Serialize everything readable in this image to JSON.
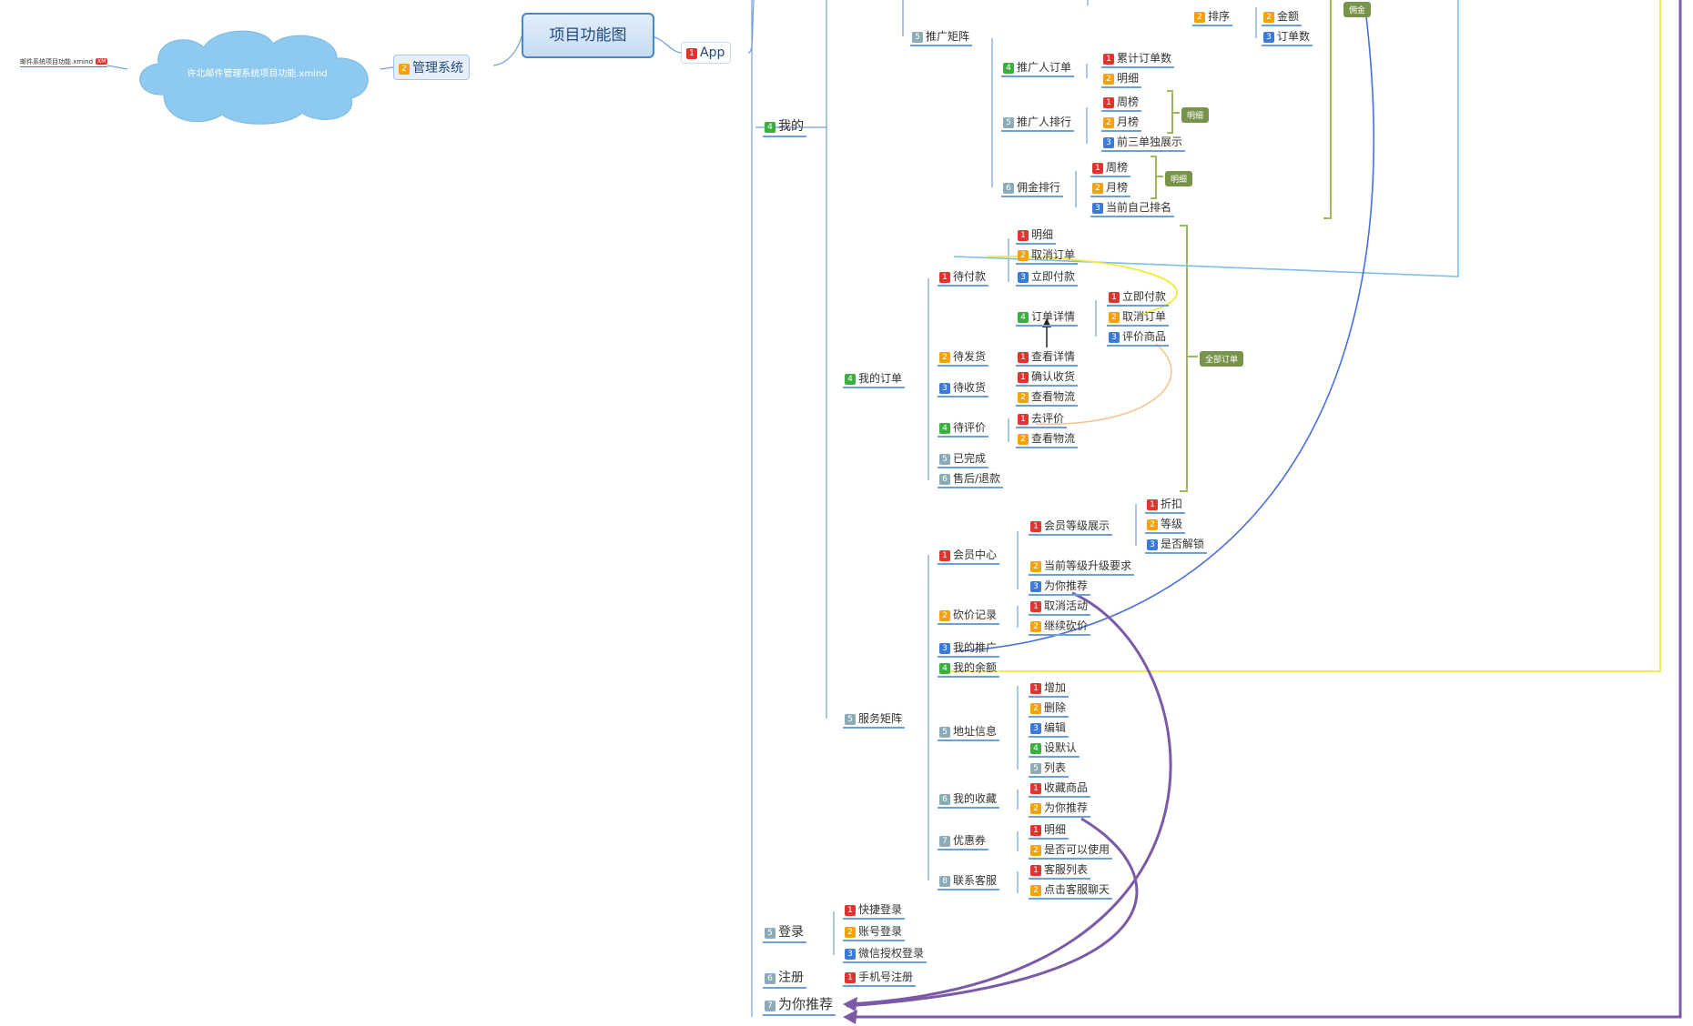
{
  "app_title": "项目功能图",
  "cloud": {
    "label": "许北邮件管理系统项目功能.xmind"
  },
  "file_link": {
    "label": "邮件系统项目功能.xmind"
  },
  "colors": {
    "badge1": "#e0342f",
    "badge2": "#f3a20e",
    "badge3": "#3b7ad9",
    "badge4": "#3cae3d",
    "badge5": "#8aabb7",
    "line": "#6f9fd8",
    "summary": "#78934a",
    "purple_link": "#7a5aa6",
    "yellow_link": "#f2ea3c",
    "cyan_link": "#7fbfe6",
    "blue_link": "#4a6fe0",
    "orange_link": "#f4c38a"
  },
  "nodes": {
    "guanli": {
      "badge": "2",
      "label": "管理系统"
    },
    "app": {
      "badge": "1",
      "label": "App"
    },
    "wode": {
      "badge": "4",
      "label": "我的"
    },
    "tuiguang_juzhen": {
      "badge": "5",
      "label": "推广矩阵"
    },
    "paixu": {
      "badge": "2",
      "label": "排序"
    },
    "jine": {
      "badge": "2",
      "label": "金额"
    },
    "dingdanshu": {
      "badge": "3",
      "label": "订单数"
    },
    "tgr_dingdan": {
      "badge": "4",
      "label": "推广人订单"
    },
    "leiji": {
      "badge": "1",
      "label": "累计订单数"
    },
    "mingxi1": {
      "badge": "2",
      "label": "明细"
    },
    "tgr_paihang": {
      "badge": "5",
      "label": "推广人排行"
    },
    "zhoubang1": {
      "badge": "1",
      "label": "周榜"
    },
    "yuebang1": {
      "badge": "2",
      "label": "月榜"
    },
    "qiansan": {
      "badge": "3",
      "label": "前三单独展示"
    },
    "yongjin_paihang": {
      "badge": "6",
      "label": "佣金排行"
    },
    "zhoubang2": {
      "badge": "1",
      "label": "周榜"
    },
    "yuebang2": {
      "badge": "2",
      "label": "月榜"
    },
    "dangqian": {
      "badge": "3",
      "label": "当前自己排名"
    },
    "wode_dingdan": {
      "badge": "4",
      "label": "我的订单"
    },
    "daifukuan": {
      "badge": "1",
      "label": "待付款"
    },
    "mingxi2": {
      "badge": "1",
      "label": "明细"
    },
    "quxiao1": {
      "badge": "2",
      "label": "取消订单"
    },
    "lijifukuan1": {
      "badge": "3",
      "label": "立即付款"
    },
    "dingdan_xiangqing": {
      "badge": "4",
      "label": "订单详情"
    },
    "lijifukuan2": {
      "badge": "1",
      "label": "立即付款"
    },
    "quxiao2": {
      "badge": "2",
      "label": "取消订单"
    },
    "pingjia": {
      "badge": "3",
      "label": "评价商品"
    },
    "daifahuo": {
      "badge": "2",
      "label": "待发货"
    },
    "chakan_xq": {
      "badge": "1",
      "label": "查看详情"
    },
    "daishouhuo": {
      "badge": "3",
      "label": "待收货"
    },
    "queren": {
      "badge": "1",
      "label": "确认收货"
    },
    "wuliu1": {
      "badge": "2",
      "label": "查看物流"
    },
    "daipingjia": {
      "badge": "4",
      "label": "待评价"
    },
    "qupingjia": {
      "badge": "1",
      "label": "去评价"
    },
    "wuliu2": {
      "badge": "2",
      "label": "查看物流"
    },
    "yiwancheng": {
      "badge": "5",
      "label": "已完成"
    },
    "shouhou": {
      "badge": "6",
      "label": "售后/退款"
    },
    "fuwu": {
      "badge": "5",
      "label": "服务矩阵"
    },
    "huiyuan": {
      "badge": "1",
      "label": "会员中心"
    },
    "dengji_zhanshi": {
      "badge": "1",
      "label": "会员等级展示"
    },
    "zhekou": {
      "badge": "1",
      "label": "折扣"
    },
    "dengji": {
      "badge": "2",
      "label": "等级"
    },
    "jiesuo": {
      "badge": "3",
      "label": "是否解锁"
    },
    "shengji": {
      "badge": "2",
      "label": "当前等级升级要求"
    },
    "tuijian1": {
      "badge": "3",
      "label": "为你推荐"
    },
    "kanjia": {
      "badge": "2",
      "label": "砍价记录"
    },
    "quxiao_huodong": {
      "badge": "1",
      "label": "取消活动"
    },
    "jixu_kanjia": {
      "badge": "2",
      "label": "继续砍价"
    },
    "wode_tuiguang": {
      "badge": "3",
      "label": "我的推广"
    },
    "wode_yue": {
      "badge": "4",
      "label": "我的余额"
    },
    "dizhi": {
      "badge": "5",
      "label": "地址信息"
    },
    "zengjia": {
      "badge": "1",
      "label": "增加"
    },
    "shanchu": {
      "badge": "2",
      "label": "删除"
    },
    "bianji": {
      "badge": "3",
      "label": "编辑"
    },
    "moren": {
      "badge": "4",
      "label": "设默认"
    },
    "liebiao": {
      "badge": "5",
      "label": "列表"
    },
    "shoucang": {
      "badge": "6",
      "label": "我的收藏"
    },
    "shoucang_sp": {
      "badge": "1",
      "label": "收藏商品"
    },
    "tuijian2": {
      "badge": "2",
      "label": "为你推荐"
    },
    "youhuiquan": {
      "badge": "7",
      "label": "优惠券"
    },
    "mingxi3": {
      "badge": "1",
      "label": "明细"
    },
    "keyong": {
      "badge": "2",
      "label": "是否可以使用"
    },
    "kefu": {
      "badge": "8",
      "label": "联系客服"
    },
    "kefu_liebiao": {
      "badge": "1",
      "label": "客服列表"
    },
    "liaotian": {
      "badge": "2",
      "label": "点击客服聊天"
    },
    "denglu": {
      "badge": "5",
      "label": "登录"
    },
    "kuaijie": {
      "badge": "1",
      "label": "快捷登录"
    },
    "zhanghao": {
      "badge": "2",
      "label": "账号登录"
    },
    "weixin": {
      "badge": "3",
      "label": "微信授权登录"
    },
    "zhuce": {
      "badge": "6",
      "label": "注册"
    },
    "shouji": {
      "badge": "1",
      "label": "手机号注册"
    },
    "wntj": {
      "badge": "7",
      "label": "为你推荐"
    }
  },
  "summaries": {
    "s_paihang": "明细",
    "s_yongjin": "明细",
    "s_quanbu": "全部订单",
    "s_top": "佣金"
  }
}
